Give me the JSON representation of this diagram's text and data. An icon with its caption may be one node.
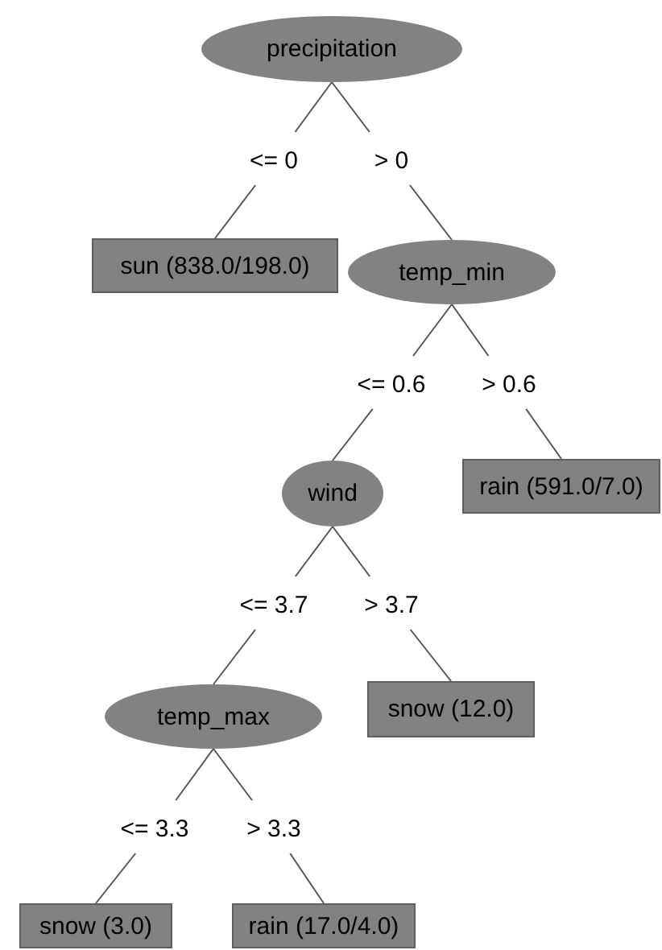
{
  "diagram": {
    "nodes": [
      {
        "text": [
          "precipitation"
        ]
      },
      {
        "text": [
          "sun (838.0/198.0)"
        ]
      },
      {
        "text": [
          "temp_min"
        ]
      },
      {
        "text": [
          "wind"
        ]
      },
      {
        "text": [
          "rain (591.0/7.0)"
        ]
      },
      {
        "text": [
          "temp_max"
        ]
      },
      {
        "text": [
          "snow (12.0)"
        ]
      },
      {
        "text": [
          "snow (3.0)"
        ]
      },
      {
        "text": [
          "rain (17.0/4.0)"
        ]
      }
    ],
    "edges": [
      {
        "from": 0,
        "to": 1,
        "arrow": "none",
        "label": "<= 0"
      },
      {
        "from": 0,
        "to": 2,
        "arrow": "none",
        "label": "> 0"
      },
      {
        "from": 2,
        "to": 3,
        "arrow": "none",
        "label": "<= 0.6"
      },
      {
        "from": 2,
        "to": 4,
        "arrow": "none",
        "label": "> 0.6"
      },
      {
        "from": 3,
        "to": 5,
        "arrow": "none",
        "label": "<= 3.7"
      },
      {
        "from": 3,
        "to": 6,
        "arrow": "none",
        "label": "> 3.7"
      },
      {
        "from": 5,
        "to": 7,
        "arrow": "none",
        "label": "<= 3.3"
      },
      {
        "from": 5,
        "to": 8,
        "arrow": "none",
        "label": "> 3.3"
      }
    ]
  }
}
